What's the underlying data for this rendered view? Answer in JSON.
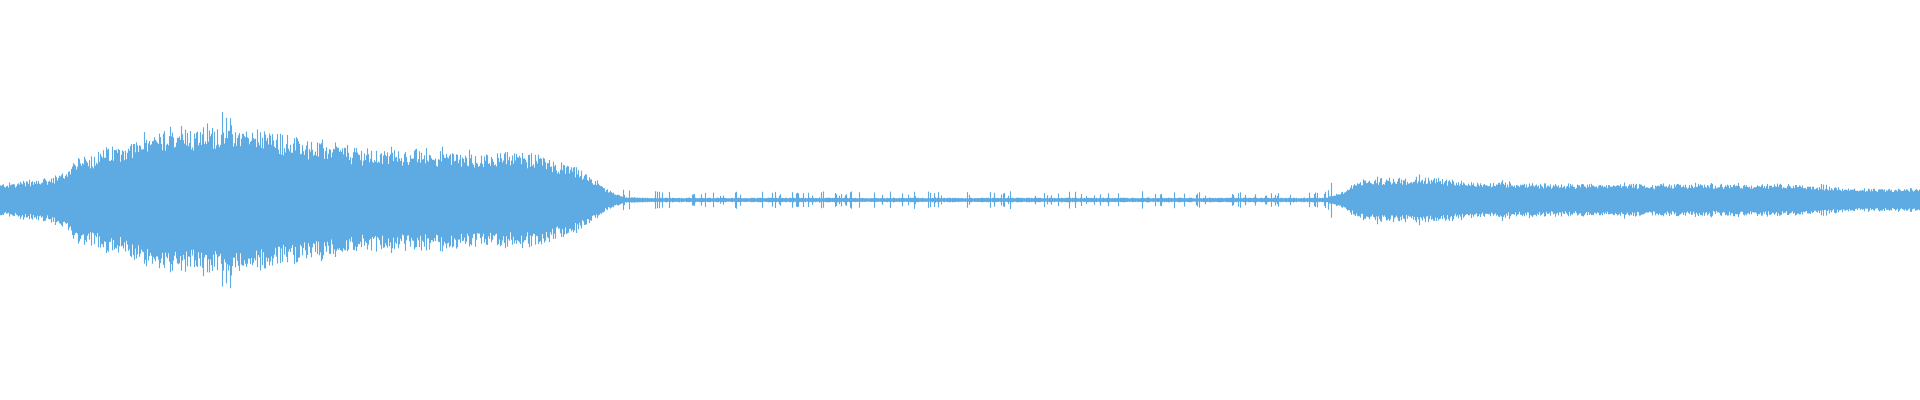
{
  "waveform": {
    "color": "#5dabe2",
    "background": "#ffffff",
    "amplitude_envelope": [
      {
        "t": 0.0,
        "amp": 0.07
      },
      {
        "t": 0.03,
        "amp": 0.1
      },
      {
        "t": 0.04,
        "amp": 0.18
      },
      {
        "t": 0.07,
        "amp": 0.26
      },
      {
        "t": 0.09,
        "amp": 0.32
      },
      {
        "t": 0.12,
        "amp": 0.33
      },
      {
        "t": 0.15,
        "amp": 0.28
      },
      {
        "t": 0.19,
        "amp": 0.22
      },
      {
        "t": 0.24,
        "amp": 0.21
      },
      {
        "t": 0.28,
        "amp": 0.2
      },
      {
        "t": 0.3,
        "amp": 0.14
      },
      {
        "t": 0.315,
        "amp": 0.05
      },
      {
        "t": 0.325,
        "amp": 0.012
      },
      {
        "t": 0.34,
        "amp": 0.01
      },
      {
        "t": 0.69,
        "amp": 0.01
      },
      {
        "t": 0.7,
        "amp": 0.04
      },
      {
        "t": 0.71,
        "amp": 0.09
      },
      {
        "t": 0.74,
        "amp": 0.1
      },
      {
        "t": 0.77,
        "amp": 0.08
      },
      {
        "t": 0.82,
        "amp": 0.07
      },
      {
        "t": 0.87,
        "amp": 0.07
      },
      {
        "t": 0.93,
        "amp": 0.07
      },
      {
        "t": 0.97,
        "amp": 0.05
      },
      {
        "t": 1.0,
        "amp": 0.05
      }
    ]
  }
}
